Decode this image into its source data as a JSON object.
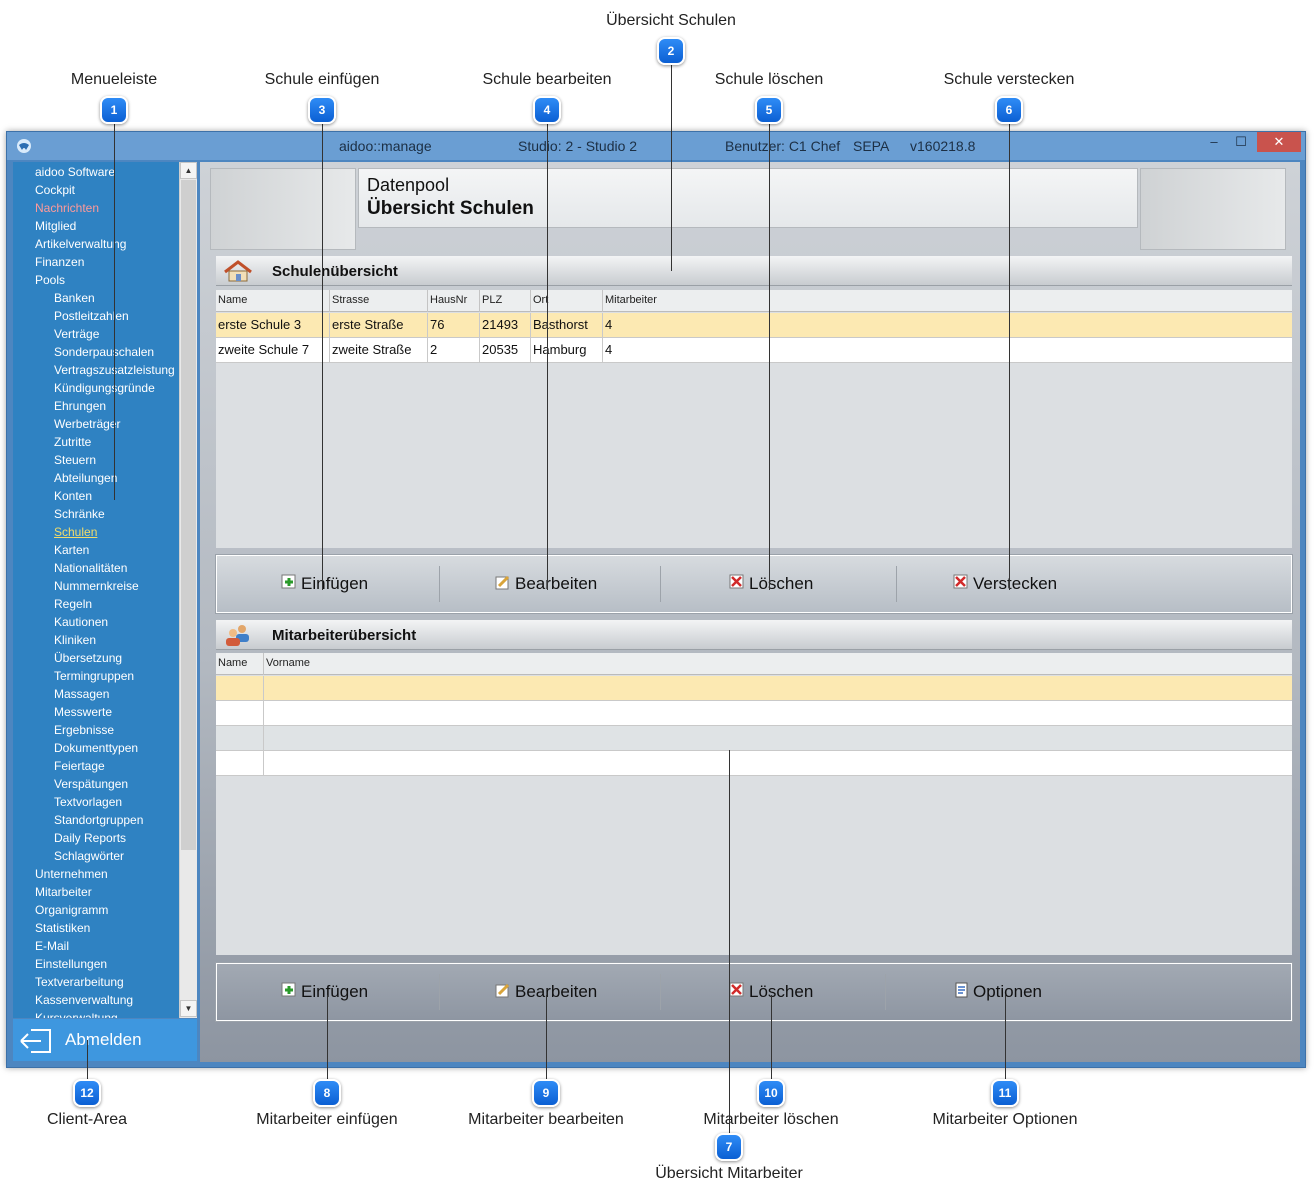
{
  "callouts": [
    {
      "number": "1",
      "label": "Menueleiste"
    },
    {
      "number": "2",
      "label": "Übersicht Schulen"
    },
    {
      "number": "3",
      "label": "Schule einfügen"
    },
    {
      "number": "4",
      "label": "Schule bearbeiten"
    },
    {
      "number": "5",
      "label": "Schule löschen"
    },
    {
      "number": "6",
      "label": "Schule verstecken"
    },
    {
      "number": "7",
      "label": "Übersicht Mitarbeiter"
    },
    {
      "number": "8",
      "label": "Mitarbeiter einfügen"
    },
    {
      "number": "9",
      "label": "Mitarbeiter bearbeiten"
    },
    {
      "number": "10",
      "label": "Mitarbeiter löschen"
    },
    {
      "number": "11",
      "label": "Mitarbeiter Optionen"
    },
    {
      "number": "12",
      "label": "Client-Area"
    }
  ],
  "titlebar": {
    "app": "aidoo::manage",
    "studio": "Studio: 2 - Studio 2",
    "user": "Benutzer: C1 Chef",
    "sepa": "SEPA",
    "version": "v160218.8",
    "minimize": "–",
    "maximize": "☐",
    "close": "✕"
  },
  "sidebar": {
    "items": [
      {
        "label": "aidoo Software",
        "level": 0
      },
      {
        "label": "Cockpit",
        "level": 0
      },
      {
        "label": "Nachrichten",
        "level": 0,
        "state": "red"
      },
      {
        "label": "Mitglied",
        "level": 0
      },
      {
        "label": "Artikelverwaltung",
        "level": 0
      },
      {
        "label": "Finanzen",
        "level": 0
      },
      {
        "label": "Pools",
        "level": 0
      },
      {
        "label": "Banken",
        "level": 1
      },
      {
        "label": "Postleitzahlen",
        "level": 1
      },
      {
        "label": "Verträge",
        "level": 1
      },
      {
        "label": "Sonderpauschalen",
        "level": 1
      },
      {
        "label": "Vertragszusatzleistung",
        "level": 1
      },
      {
        "label": "Kündigungsgründe",
        "level": 1
      },
      {
        "label": "Ehrungen",
        "level": 1
      },
      {
        "label": "Werbeträger",
        "level": 1
      },
      {
        "label": "Zutritte",
        "level": 1
      },
      {
        "label": "Steuern",
        "level": 1
      },
      {
        "label": "Abteilungen",
        "level": 1
      },
      {
        "label": "Konten",
        "level": 1
      },
      {
        "label": "Schränke",
        "level": 1
      },
      {
        "label": "Schulen",
        "level": 1,
        "state": "active"
      },
      {
        "label": "Karten",
        "level": 1
      },
      {
        "label": "Nationalitäten",
        "level": 1
      },
      {
        "label": "Nummernkreise",
        "level": 1
      },
      {
        "label": "Regeln",
        "level": 1
      },
      {
        "label": "Kautionen",
        "level": 1
      },
      {
        "label": "Kliniken",
        "level": 1
      },
      {
        "label": "Übersetzung",
        "level": 1
      },
      {
        "label": "Termingruppen",
        "level": 1
      },
      {
        "label": "Massagen",
        "level": 1
      },
      {
        "label": "Messwerte",
        "level": 1
      },
      {
        "label": "Ergebnisse",
        "level": 1
      },
      {
        "label": "Dokumenttypen",
        "level": 1
      },
      {
        "label": "Feiertage",
        "level": 1
      },
      {
        "label": "Verspätungen",
        "level": 1
      },
      {
        "label": "Textvorlagen",
        "level": 1
      },
      {
        "label": "Standortgruppen",
        "level": 1
      },
      {
        "label": "Daily Reports",
        "level": 1
      },
      {
        "label": "Schlagwörter",
        "level": 1
      },
      {
        "label": "Unternehmen",
        "level": 0
      },
      {
        "label": "Mitarbeiter",
        "level": 0
      },
      {
        "label": "Organigramm",
        "level": 0
      },
      {
        "label": "Statistiken",
        "level": 0
      },
      {
        "label": "E-Mail",
        "level": 0
      },
      {
        "label": "Einstellungen",
        "level": 0
      },
      {
        "label": "Textverarbeitung",
        "level": 0
      },
      {
        "label": "Kassenverwaltung",
        "level": 0
      },
      {
        "label": "Kursverwaltung",
        "level": 0
      }
    ],
    "scroll_up": "▲",
    "scroll_down": "▼",
    "logout_label": "Abmelden"
  },
  "header": {
    "line1": "Datenpool",
    "line2": "Übersicht Schulen"
  },
  "schools": {
    "title": "Schulenübersicht",
    "columns": [
      "Name",
      "Strasse",
      "HausNr",
      "PLZ",
      "Ort",
      "Mitarbeiter"
    ],
    "rows": [
      [
        "erste Schule 3",
        "erste Straße",
        "76",
        "21493",
        "Basthorst",
        "4"
      ],
      [
        "zweite Schule 7",
        "zweite Straße",
        "2",
        "20535",
        "Hamburg",
        "4"
      ]
    ],
    "buttons": {
      "add": "Einfügen",
      "edit": "Bearbeiten",
      "delete": "Löschen",
      "hide": "Verstecken"
    }
  },
  "employees": {
    "title": "Mitarbeiterübersicht",
    "columns": [
      "Name",
      "Vorname"
    ],
    "buttons": {
      "add": "Einfügen",
      "edit": "Bearbeiten",
      "delete": "Löschen",
      "options": "Optionen"
    }
  }
}
